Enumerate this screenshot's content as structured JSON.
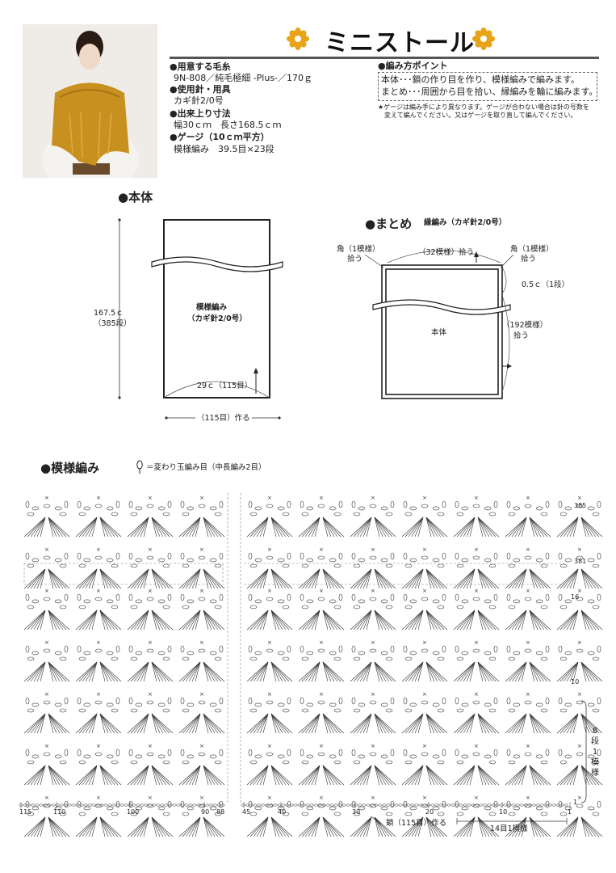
{
  "header": {
    "title": "ミニストール"
  },
  "materials": {
    "yarn_heading": "●用意する毛糸",
    "yarn_value": "9N-808／純毛極細 -Plus-／170ｇ",
    "tools_heading": "●使用針・用具",
    "tools_value": "カギ針2/0号",
    "size_heading": "●出来上り寸法",
    "size_value": "幅30ｃｍ　長さ168.5ｃｍ",
    "gauge_heading": "●ゲージ（10ｃｍ平方）",
    "gauge_value": "模様編み　39.5目×23段"
  },
  "points": {
    "heading": "●編み方ポイント",
    "line1": "本体･･･鎖の作り目を作り、模様編みで編みます。",
    "line2": "まとめ･･･周囲から目を拾い、縁編みを輪に編みます。",
    "note1": "★ゲージは編み手により異なります。ゲージが合わない場合は針の号数を",
    "note2": "変えて編んでください。又はゲージを取り直して編んでください。"
  },
  "body_diagram": {
    "heading": "●本体",
    "pattern_label1": "模様編み",
    "pattern_label2": "（カギ針2/0号）",
    "height_label1": "167.5ｃ",
    "height_label2": "（385段）",
    "width_label": "29ｃ（115目）",
    "chain_label": "（115目）作る"
  },
  "finish_diagram": {
    "heading": "●まとめ",
    "edging_label": "縁編み（カギ針2/0号）",
    "corner_left1": "角（1模様）",
    "corner_left2": "拾う",
    "top_pick": "（32模様）拾う",
    "corner_right1": "角（1模様）",
    "corner_right2": "拾う",
    "border": "0.5ｃ（1段）",
    "body": "本体",
    "side1": "（192模様）",
    "side2": "拾う"
  },
  "chart": {
    "heading": "●模様編み",
    "legend": "＝変わり玉編み目（中長編み2目）",
    "row_labels": [
      "385",
      "381",
      "16",
      "10",
      "1"
    ],
    "repeat_rows": [
      "8",
      "段",
      "1",
      "模",
      "様"
    ],
    "stitch_numbers": [
      "115",
      "110",
      "100",
      "90",
      "88",
      "45",
      "40",
      "30",
      "20",
      "10",
      "1"
    ],
    "chain_label": "鎖（115目）作る",
    "repeat_label": "14目1模様"
  },
  "colors": {
    "accent": "#e8a317",
    "rule": "#555555",
    "photo_scarf": "#c8901f"
  }
}
